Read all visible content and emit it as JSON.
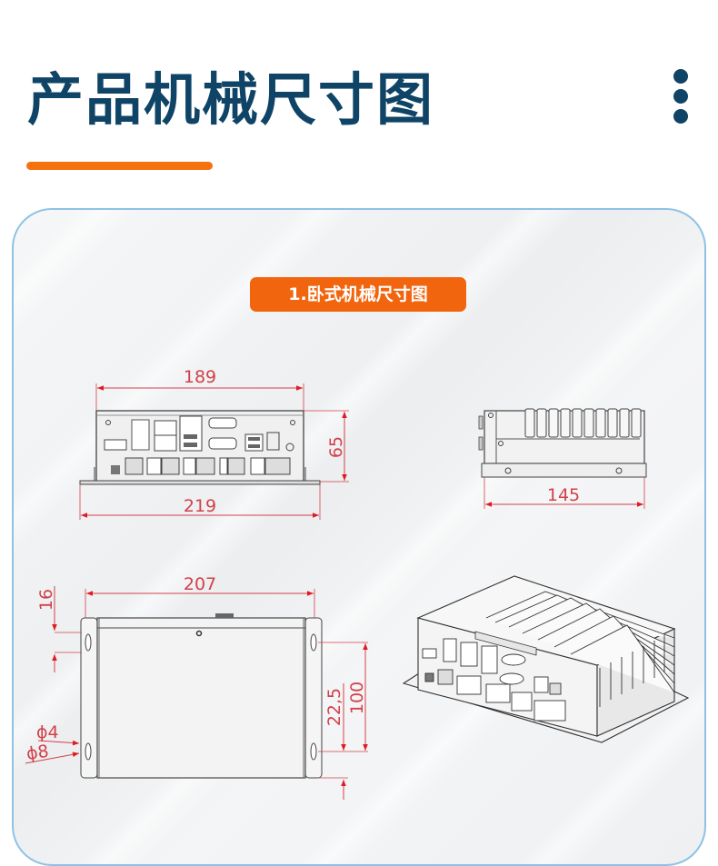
{
  "header": {
    "title": "产品机械尺寸图",
    "menu_icon": "more-vertical-icon"
  },
  "colors": {
    "title": "#0f4466",
    "accent_orange": "#f5720e",
    "card_border": "#8ec2e4",
    "dimension_red": "#d2414a",
    "drawing_line": "#444444"
  },
  "section": {
    "label": "1.卧式机械尺寸图"
  },
  "views": {
    "front": {
      "name": "front-view",
      "dim_inner_width": "189",
      "dim_outer_width": "219",
      "dim_height": "65"
    },
    "side": {
      "name": "side-view",
      "dim_depth": "145"
    },
    "top": {
      "name": "top-view",
      "dim_width": "207",
      "dim_edge_offset": "16",
      "dim_slot_length": "22,5",
      "dim_hole_spacing": "100",
      "dim_hole_small": "ϕ4",
      "dim_hole_large": "ϕ8"
    },
    "iso": {
      "name": "isometric-view"
    }
  }
}
